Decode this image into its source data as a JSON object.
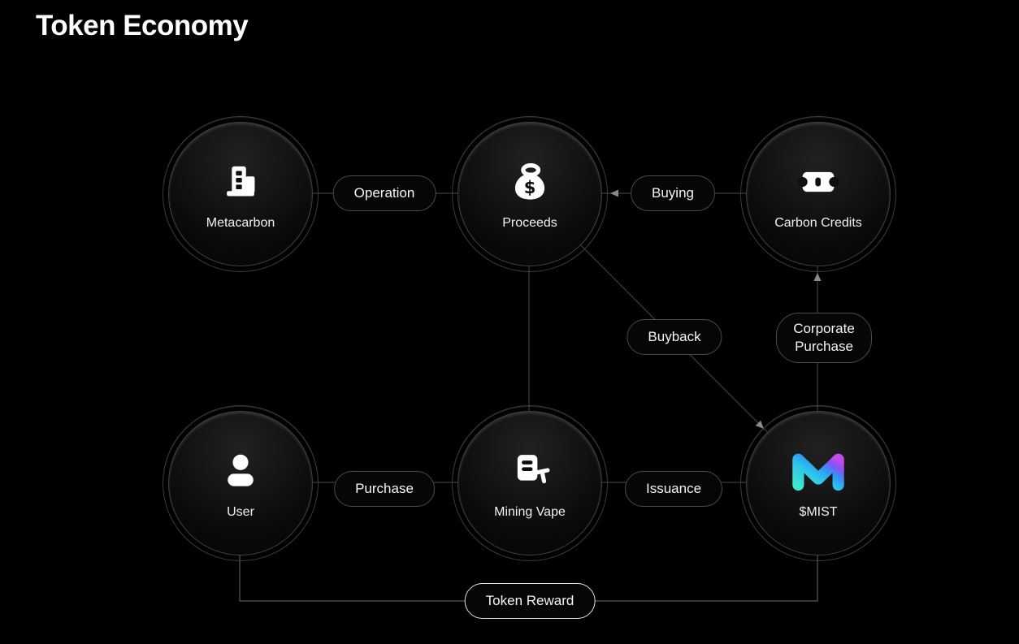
{
  "title": "Token Economy",
  "nodes": [
    {
      "id": "metacarbon",
      "label": "Metacarbon",
      "icon": "building-icon"
    },
    {
      "id": "proceeds",
      "label": "Proceeds",
      "icon": "money-bag-icon"
    },
    {
      "id": "carbon-credits",
      "label": "Carbon Credits",
      "icon": "ticket-icon"
    },
    {
      "id": "user",
      "label": "User",
      "icon": "person-icon"
    },
    {
      "id": "mining-vape",
      "label": "Mining Vape",
      "icon": "vape-device-icon"
    },
    {
      "id": "mist",
      "label": "$MIST",
      "icon": "mist-logo-icon"
    }
  ],
  "edges": [
    {
      "label": "Operation",
      "from": "metacarbon",
      "to": "proceeds",
      "arrow": "none"
    },
    {
      "label": "Buying",
      "from": "carbon-credits",
      "to": "proceeds",
      "arrow": "arrowhead-at-proceeds"
    },
    {
      "label": "Buyback",
      "from": "proceeds",
      "to": "mist",
      "arrow": "arrowhead-at-mist"
    },
    {
      "label": "Corporate Purchase",
      "from": "mist",
      "to": "carbon-credits",
      "arrow": "arrowhead-at-carbon-credits"
    },
    {
      "label": "Purchase",
      "from": "user",
      "to": "mining-vape",
      "arrow": "none"
    },
    {
      "label": "Issuance",
      "from": "mining-vape",
      "to": "mist",
      "arrow": "none"
    },
    {
      "label": "Token Reward",
      "from": "mist",
      "to": "user",
      "arrow": "none"
    },
    {
      "label": "",
      "from": "proceeds",
      "to": "mining-vape",
      "arrow": "none"
    }
  ],
  "colors": {
    "background": "#000000",
    "connector_line": "#3e3e3e",
    "bottom_path_line": "#585858",
    "arrowhead": "#8a8a8a",
    "pill_border": "#4a4a4a",
    "token_reward_border": "#e2e2e2",
    "node_ring": "#3c3c3c",
    "icon_fill": "#ffffff",
    "mist_gradient": [
      "#3EE5CF",
      "#2FC4EC",
      "#2D9BF5",
      "#7E56F2",
      "#C44AEE"
    ]
  }
}
